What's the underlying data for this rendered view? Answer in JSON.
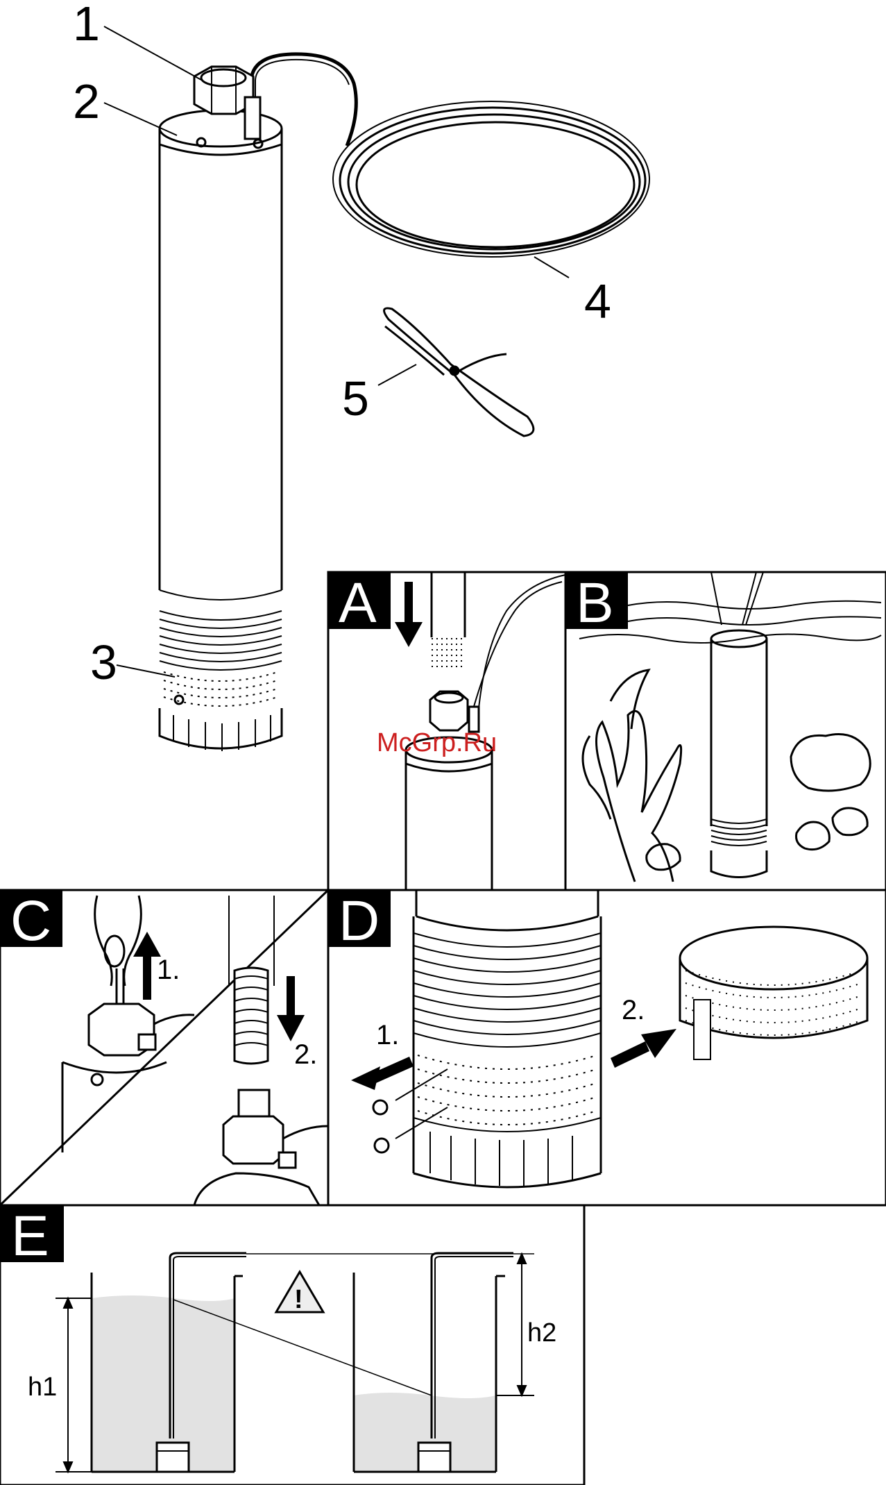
{
  "callouts": {
    "n1": "1",
    "n2": "2",
    "n3": "3",
    "n4": "4",
    "n5": "5"
  },
  "panels": {
    "a": {
      "letter": "A"
    },
    "b": {
      "letter": "B"
    },
    "c": {
      "letter": "C",
      "step1": "1.",
      "step2": "2."
    },
    "d": {
      "letter": "D",
      "step1": "1.",
      "step2": "2."
    },
    "e": {
      "letter": "E",
      "h1": "h1",
      "h2": "h2",
      "warning_symbol": "!"
    }
  },
  "watermark": "McGrp.Ru",
  "icons": [
    "warning-triangle-icon",
    "down-arrow-icon",
    "up-arrow-icon",
    "right-arrow-icon",
    "left-arrow-icon"
  ],
  "colors": {
    "line": "#000000",
    "water": "#e2e2e2",
    "watermark": "#cc1f1f",
    "warning_fill": "#eeeeee"
  }
}
